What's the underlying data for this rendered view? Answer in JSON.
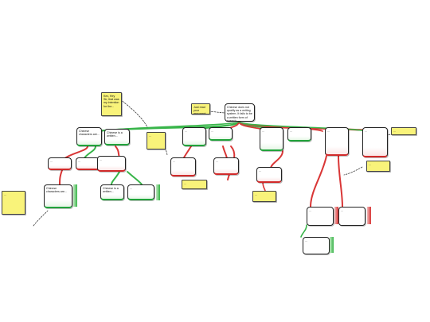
{
  "colors": {
    "support": "#39b54a",
    "oppose": "#d93636",
    "note": "#f9f37a",
    "line": "#222222"
  },
  "nodes": {
    "main_claim": "Chinese does not qualify as a writing system. It fails to be a written form of speech",
    "note_main": "Just read your argument: on your new scheme",
    "note_top_left": "Kev, Hey Sir, that was my intention for the...",
    "s1": "Chinese characters are...",
    "s1_sub1": "Chinese is a written...",
    "s1_sub2": "...",
    "o_left": "...",
    "o_left_sub": "...",
    "note_left": "...",
    "s2": "...",
    "o2": "...",
    "s3": "...",
    "o3": "...",
    "s4": "...",
    "o4": "...",
    "s5": "...",
    "o5": "...",
    "note_right": "...",
    "note_far_right": "..."
  }
}
